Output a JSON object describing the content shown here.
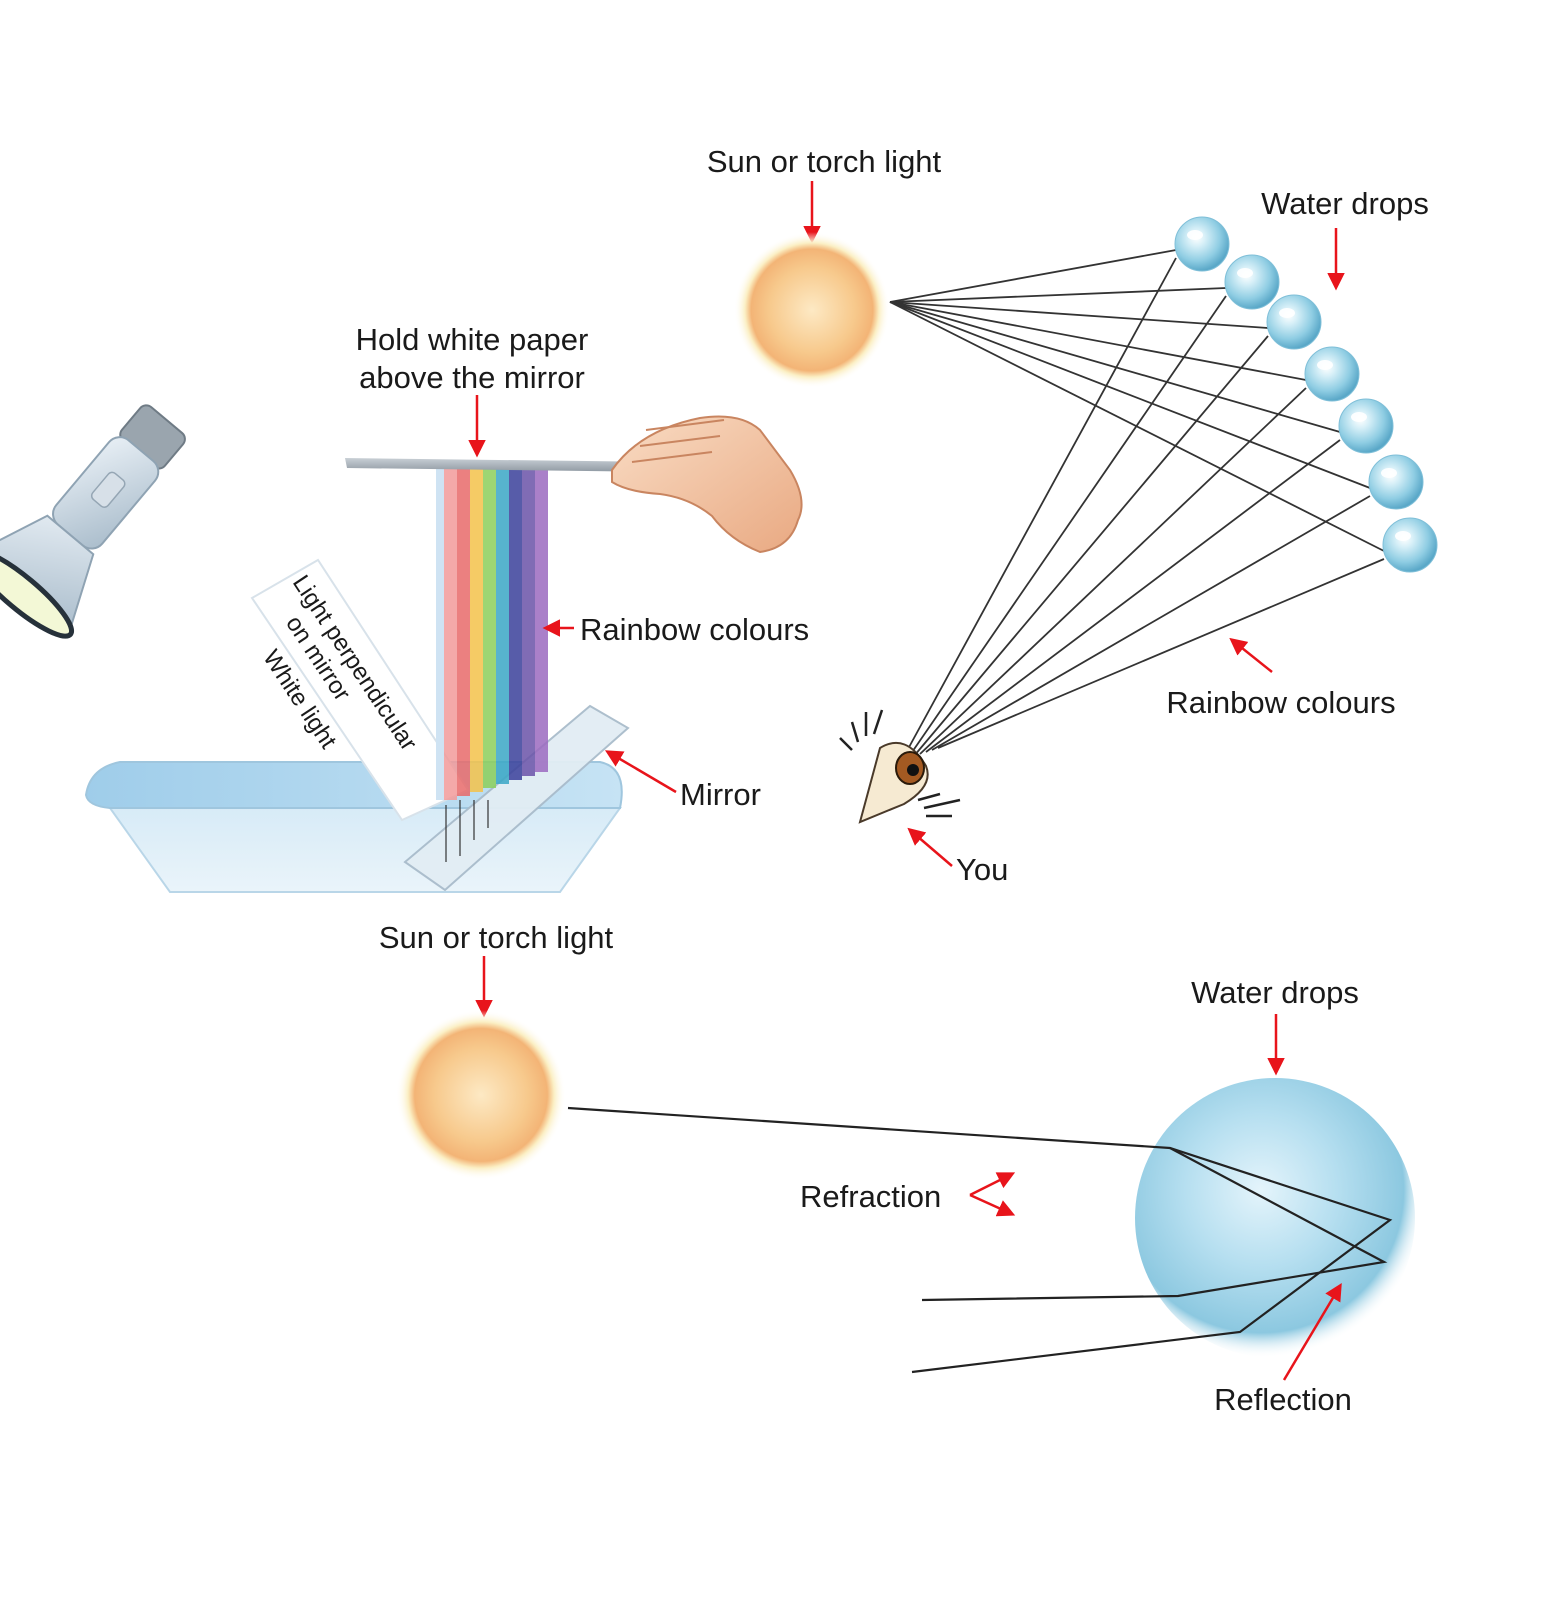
{
  "colors": {
    "arrow": "#e8141b",
    "sun_core": "#f6c98a",
    "sun_glow": "#fbf2c8",
    "drop": "#a8d8ea",
    "tray": "#cfe6f3",
    "ray": "#333333"
  },
  "icons": [
    "flashlight-icon",
    "hand-icon",
    "eye-icon",
    "sun-icon",
    "water-drop-icon",
    "mirror-icon",
    "tray-icon"
  ],
  "experiment": {
    "paper_label_line1": "Hold white paper",
    "paper_label_line2": "above the mirror",
    "rainbow_label": "Rainbow colours",
    "mirror_label": "Mirror",
    "beam_label_line1": "Light perpendicular",
    "beam_label_line2": "on mirror",
    "beam_label_line3": "White light",
    "spectrum_colors": [
      "#f29a9a",
      "#e86a6a",
      "#f3c24a",
      "#8ccf5b",
      "#3aa7c6",
      "#3a3f9a",
      "#6a52a8",
      "#9b6ac0"
    ]
  },
  "drops_diagram": {
    "sun_label": "Sun or torch light",
    "drops_label": "Water drops",
    "rainbow_label": "Rainbow colours",
    "viewer_label": "You"
  },
  "single_drop_diagram": {
    "sun_label": "Sun or torch light",
    "drop_label": "Water drops",
    "refraction_label": "Refraction",
    "reflection_label": "Reflection"
  }
}
